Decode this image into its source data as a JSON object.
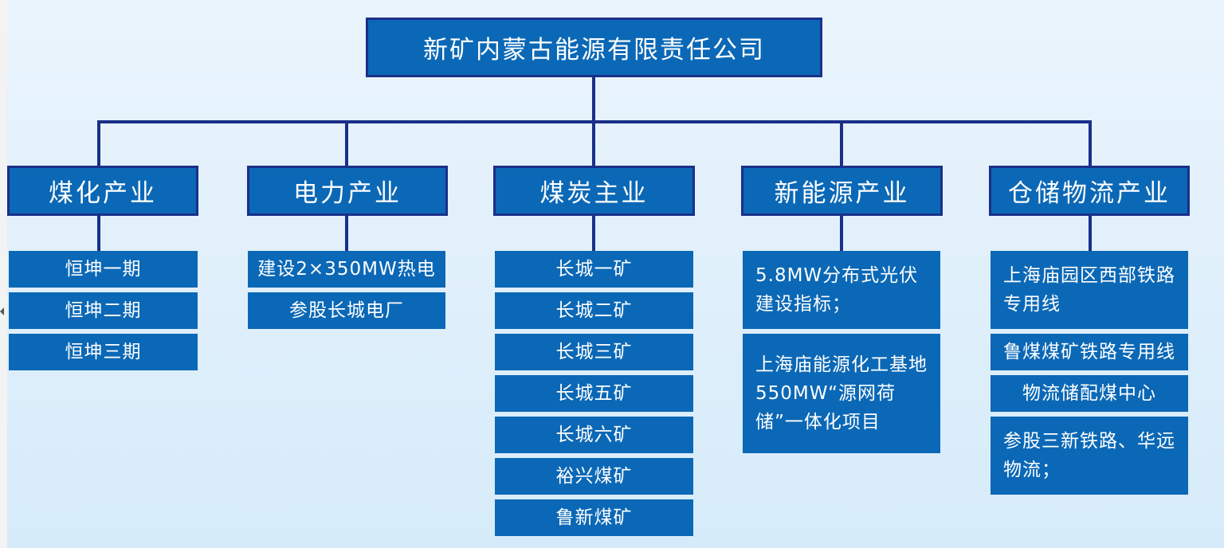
{
  "root": "新矿内蒙古能源有限责任公司",
  "categories": [
    {
      "label": "煤化产业",
      "items": [
        "恒坤一期",
        "恒坤二期",
        "恒坤三期"
      ]
    },
    {
      "label": "电力产业",
      "items": [
        "建设2×350MW热电",
        "参股长城电厂"
      ]
    },
    {
      "label": "煤炭主业",
      "items": [
        "长城一矿",
        "长城二矿",
        "长城三矿",
        "长城五矿",
        "长城六矿",
        "裕兴煤矿",
        "鲁新煤矿"
      ]
    },
    {
      "label": "新能源产业",
      "items": [
        "5.8MW分布式光伏建设指标；",
        "上海庙能源化工基地550MW“源网荷储”一体化项目"
      ]
    },
    {
      "label": "仓储物流产业",
      "items": [
        "上海庙园区西部铁路专用线",
        "鲁煤煤矿铁路专用线",
        "物流储配煤中心",
        "参股三新铁路、华远物流；"
      ]
    }
  ]
}
